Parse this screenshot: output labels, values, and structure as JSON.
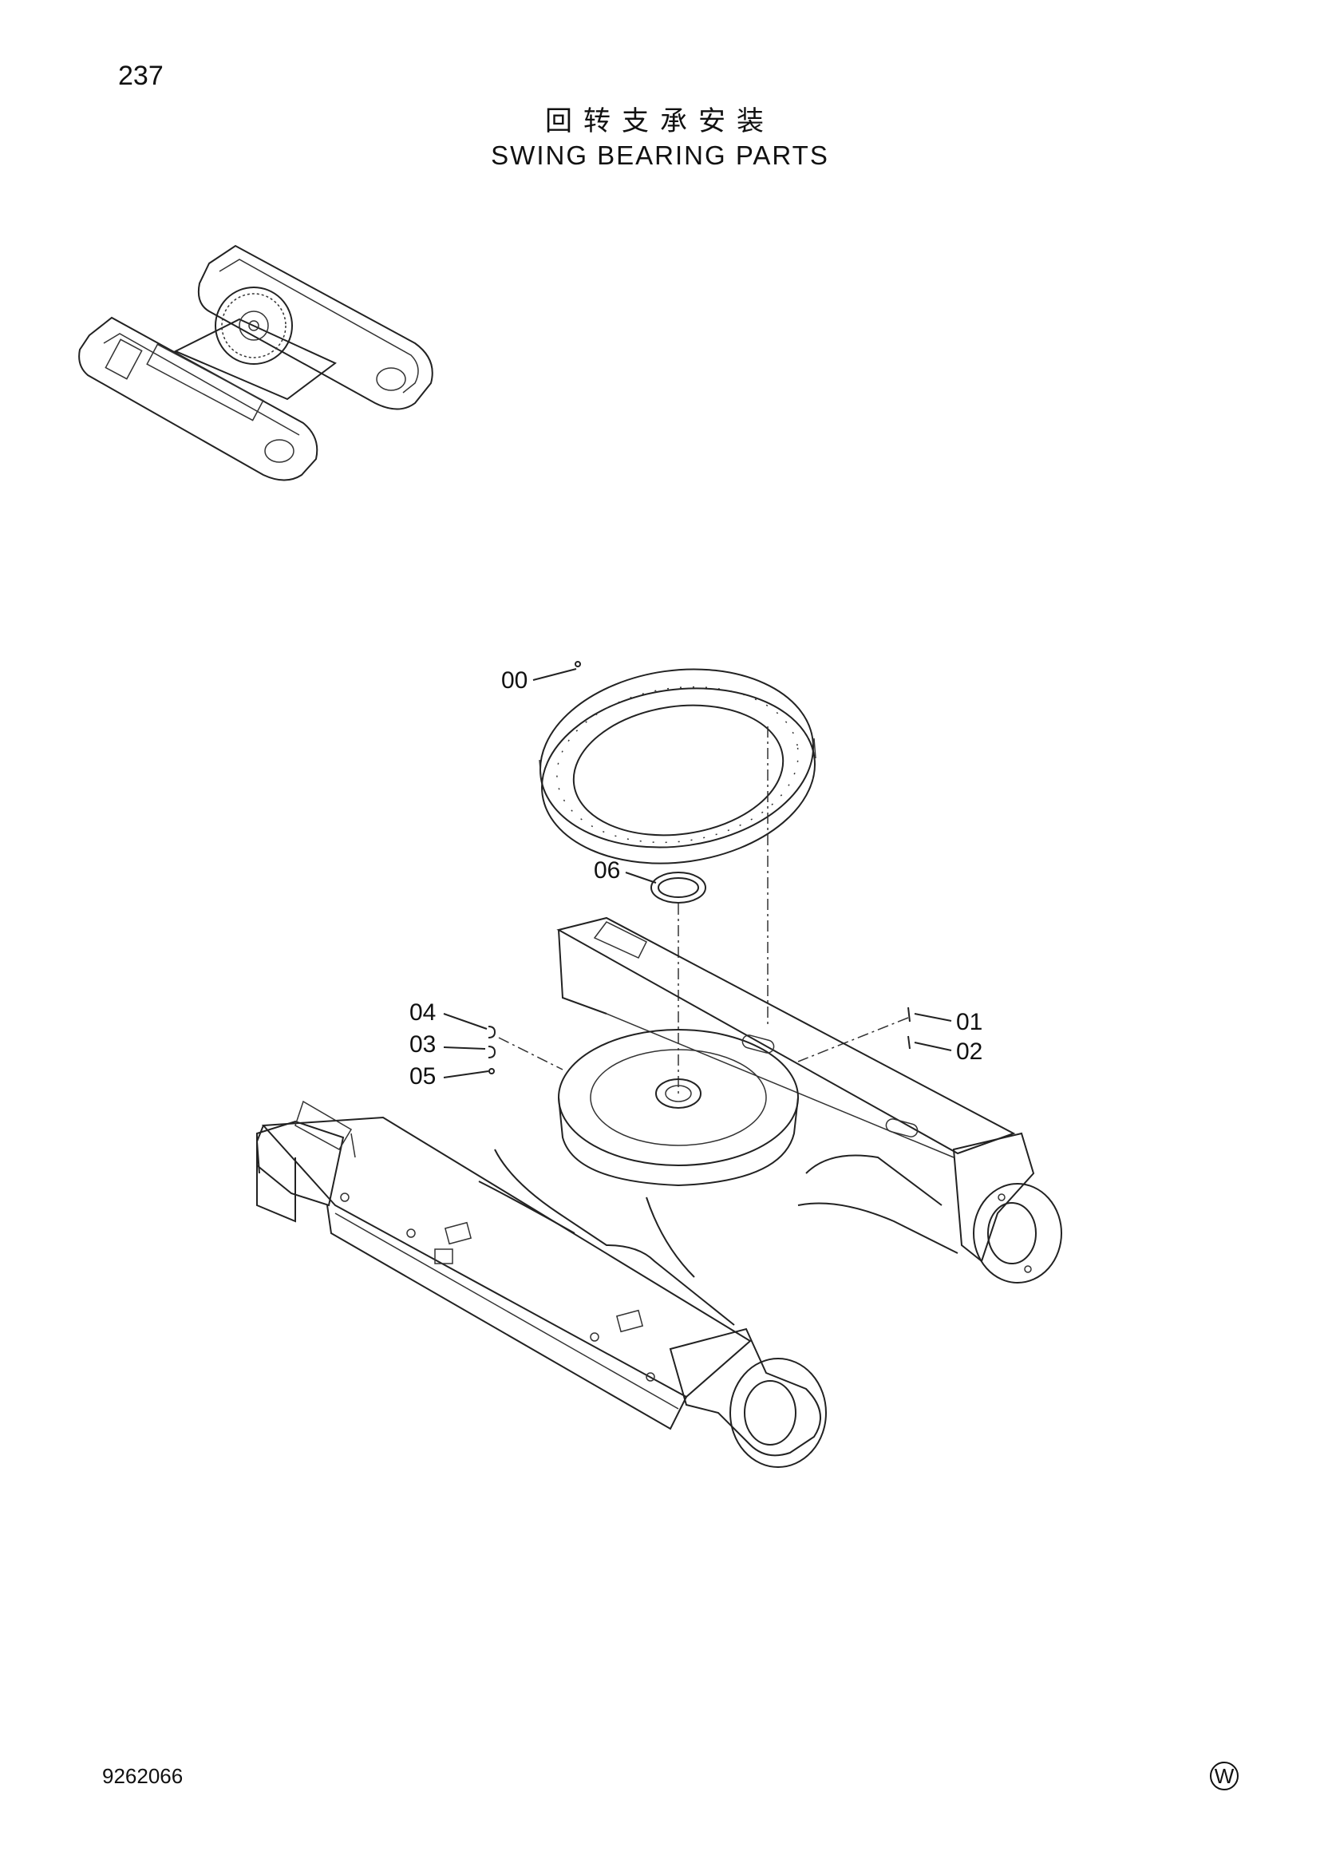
{
  "header": {
    "page_number": "237",
    "title_cn": "回转支承安装",
    "title_en": "SWING BEARING PARTS"
  },
  "footer": {
    "doc_code": "9262066",
    "mark": "W"
  },
  "callouts": [
    {
      "id": "00",
      "label": "00"
    },
    {
      "id": "06",
      "label": "06"
    },
    {
      "id": "04",
      "label": "04"
    },
    {
      "id": "03",
      "label": "03"
    },
    {
      "id": "05",
      "label": "05"
    },
    {
      "id": "01",
      "label": "01"
    },
    {
      "id": "02",
      "label": "02"
    }
  ]
}
